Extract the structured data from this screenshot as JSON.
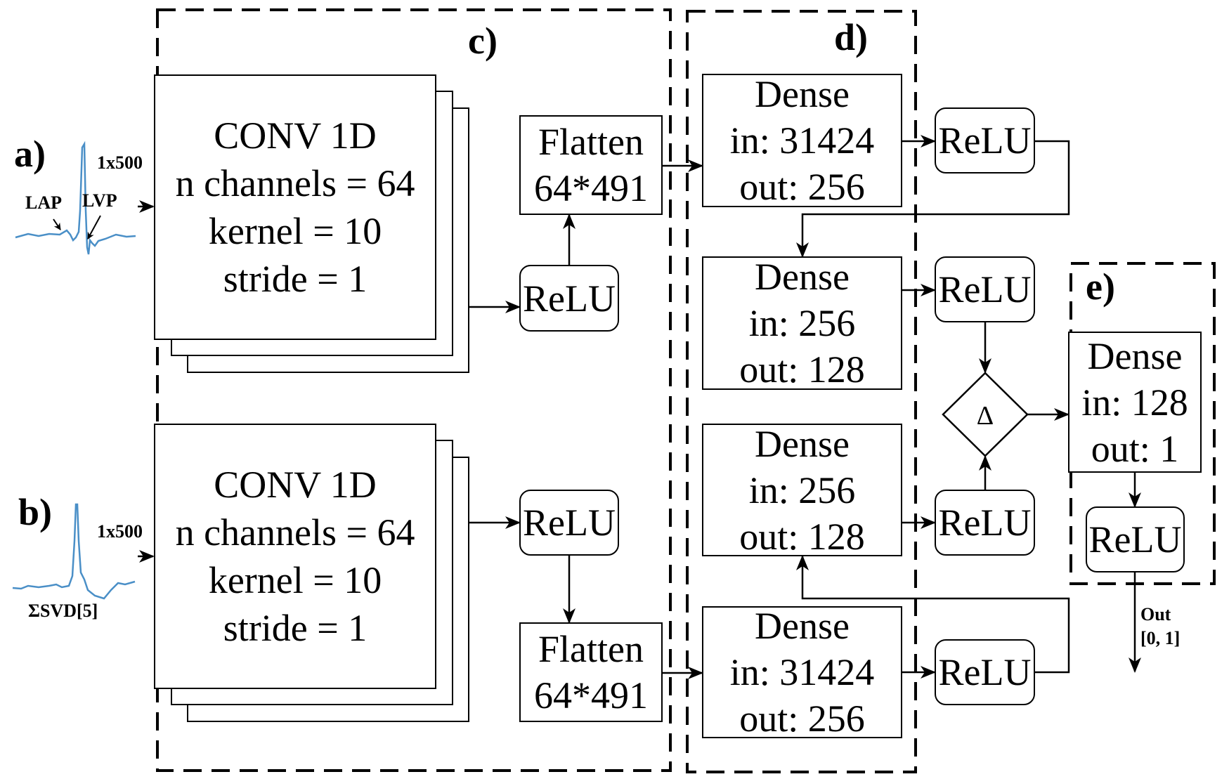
{
  "panels": {
    "a": "a)",
    "b": "b)",
    "c": "c)",
    "d": "d)",
    "e": "e)"
  },
  "inputs": {
    "a": {
      "size": "1x500",
      "markers": [
        "LAP",
        "LVP"
      ],
      "signal_color": "#4a8fc7"
    },
    "b": {
      "size": "1x500",
      "caption": "ΣSVD[5]",
      "signal_color": "#4a8fc7"
    }
  },
  "conv_blocks": [
    {
      "lines": [
        "CONV 1D",
        "n channels = 64",
        "kernel = 10",
        "stride = 1"
      ]
    },
    {
      "lines": [
        "CONV 1D",
        "n channels = 64",
        "kernel = 10",
        "stride = 1"
      ]
    }
  ],
  "relu_label": "ReLU",
  "flatten_blocks": [
    {
      "lines": [
        "Flatten",
        "64*491"
      ]
    },
    {
      "lines": [
        "Flatten",
        "64*491"
      ]
    }
  ],
  "dense_blocks": [
    {
      "lines": [
        "Dense",
        "in: 31424",
        "out: 256"
      ]
    },
    {
      "lines": [
        "Dense",
        "in: 256",
        "out: 128"
      ]
    },
    {
      "lines": [
        "Dense",
        "in: 256",
        "out: 128"
      ]
    },
    {
      "lines": [
        "Dense",
        "in: 31424",
        "out: 256"
      ]
    }
  ],
  "delta_symbol": "Δ",
  "output_dense": {
    "lines": [
      "Dense",
      "in: 128",
      "out: 1"
    ]
  },
  "output_label": [
    "Out",
    "[0, 1]"
  ]
}
